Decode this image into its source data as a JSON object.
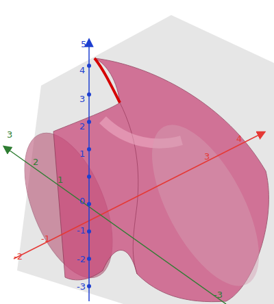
{
  "diagram": {
    "labels": [
      "5",
      "4",
      "3",
      "2",
      "1",
      "0",
      "-1",
      "-2",
      "-3",
      "3",
      "2",
      "1",
      "-3",
      "4",
      "3",
      "-1",
      "-2"
    ]
  }
}
